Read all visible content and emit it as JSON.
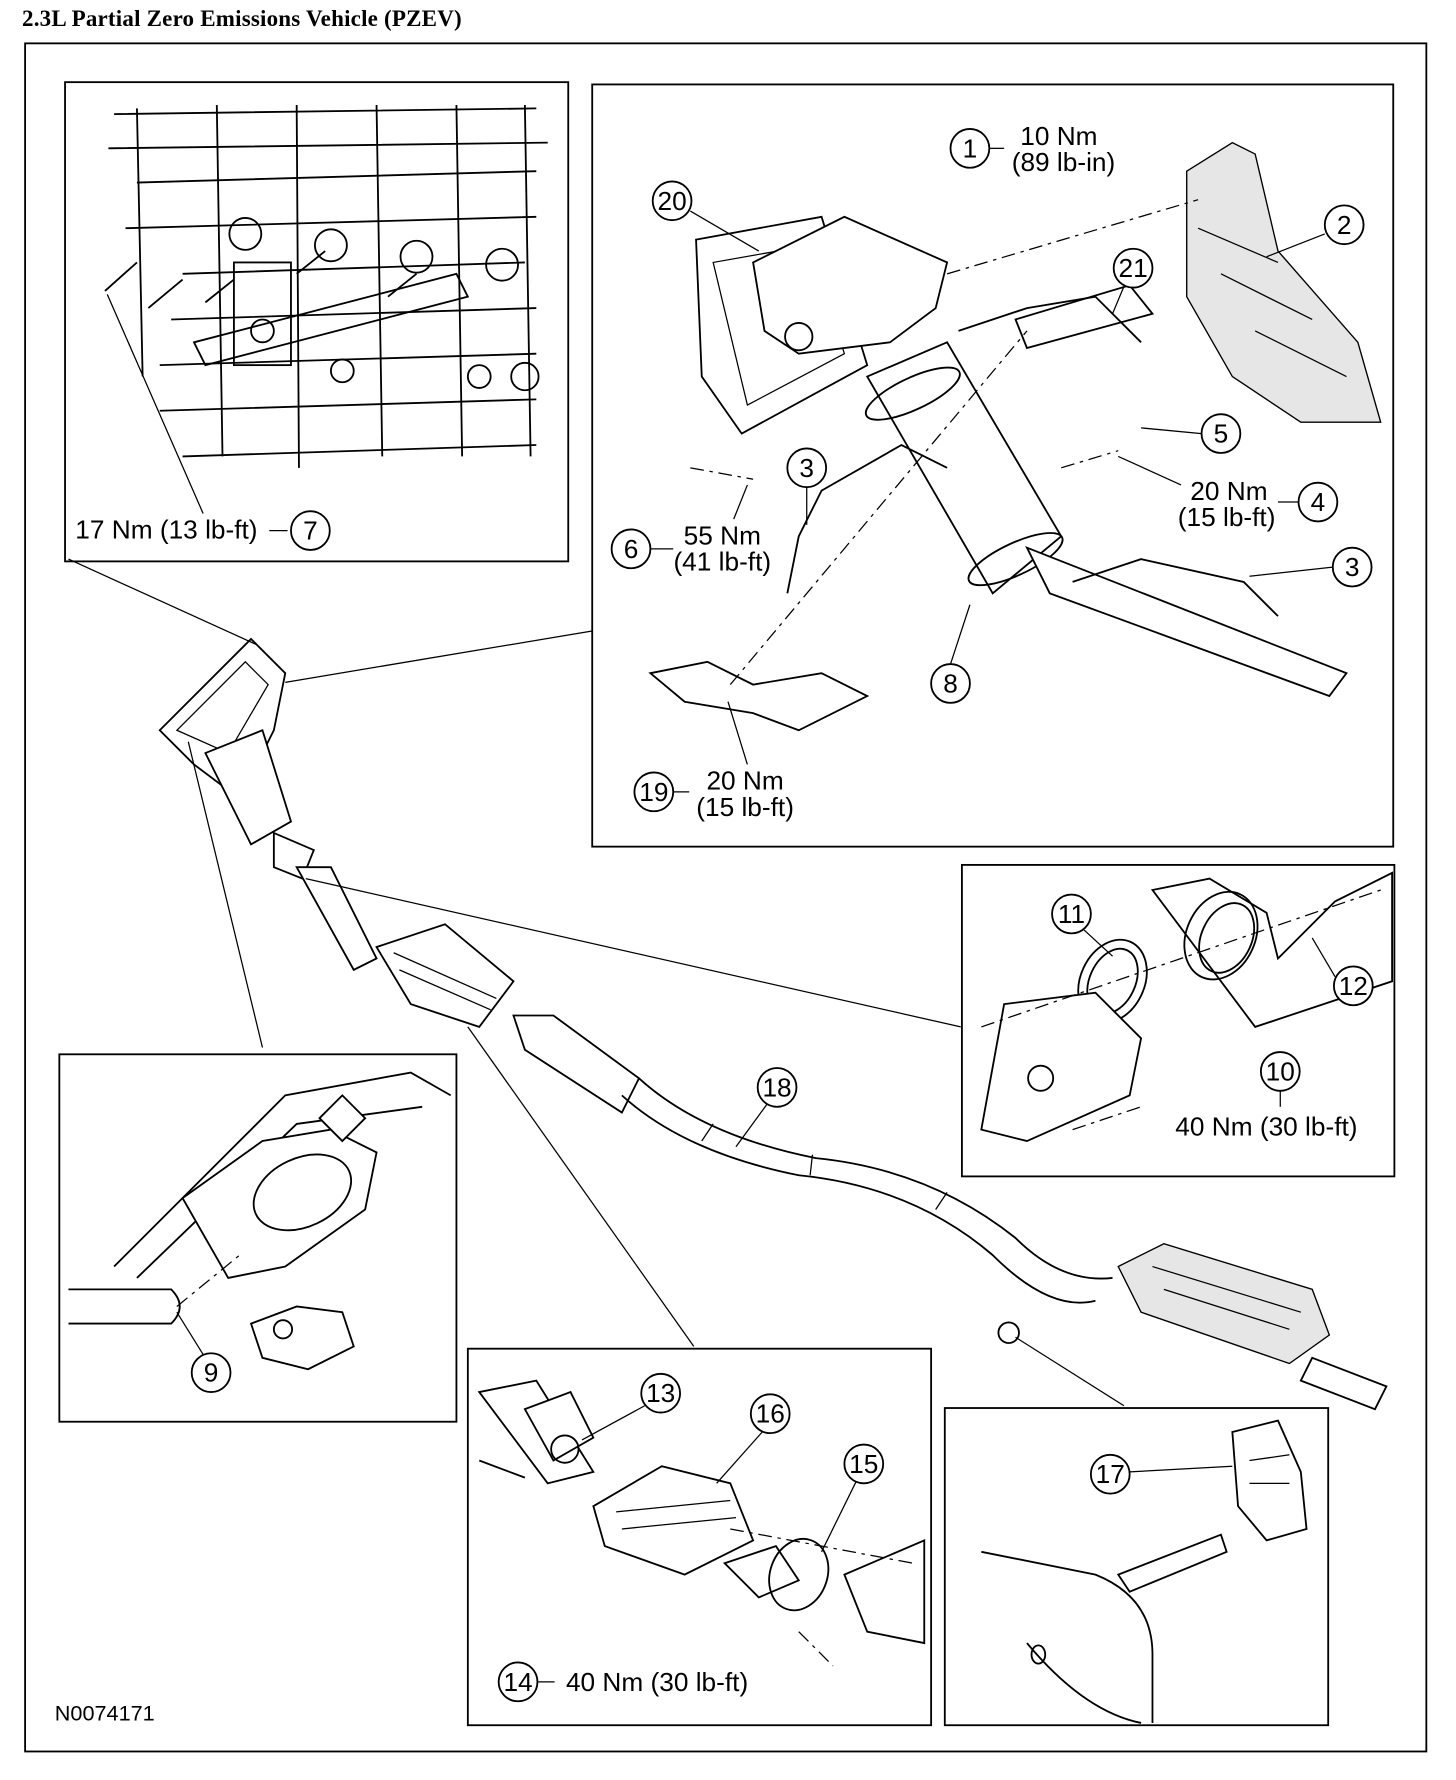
{
  "title": "2.3L Partial Zero Emissions Vehicle (PZEV)",
  "figure_code": "N0074171",
  "callouts": [
    {
      "id": "1",
      "torque_nm": "10 Nm",
      "torque_imperial": "(89 lb-in)"
    },
    {
      "id": "2"
    },
    {
      "id": "3"
    },
    {
      "id": "4",
      "torque_nm": "20 Nm",
      "torque_imperial": "(15 lb-ft)"
    },
    {
      "id": "5"
    },
    {
      "id": "6",
      "torque_nm": "55 Nm",
      "torque_imperial": "(41 lb-ft)"
    },
    {
      "id": "7",
      "torque": "17 Nm (13 lb-ft)"
    },
    {
      "id": "8"
    },
    {
      "id": "9"
    },
    {
      "id": "10",
      "torque": "40 Nm (30 lb-ft)"
    },
    {
      "id": "11"
    },
    {
      "id": "12"
    },
    {
      "id": "13"
    },
    {
      "id": "14",
      "torque": "40 Nm (30 lb-ft)"
    },
    {
      "id": "15"
    },
    {
      "id": "16"
    },
    {
      "id": "17"
    },
    {
      "id": "18"
    },
    {
      "id": "19",
      "torque_nm": "20 Nm",
      "torque_imperial": "(15 lb-ft)"
    },
    {
      "id": "20"
    },
    {
      "id": "21"
    }
  ]
}
